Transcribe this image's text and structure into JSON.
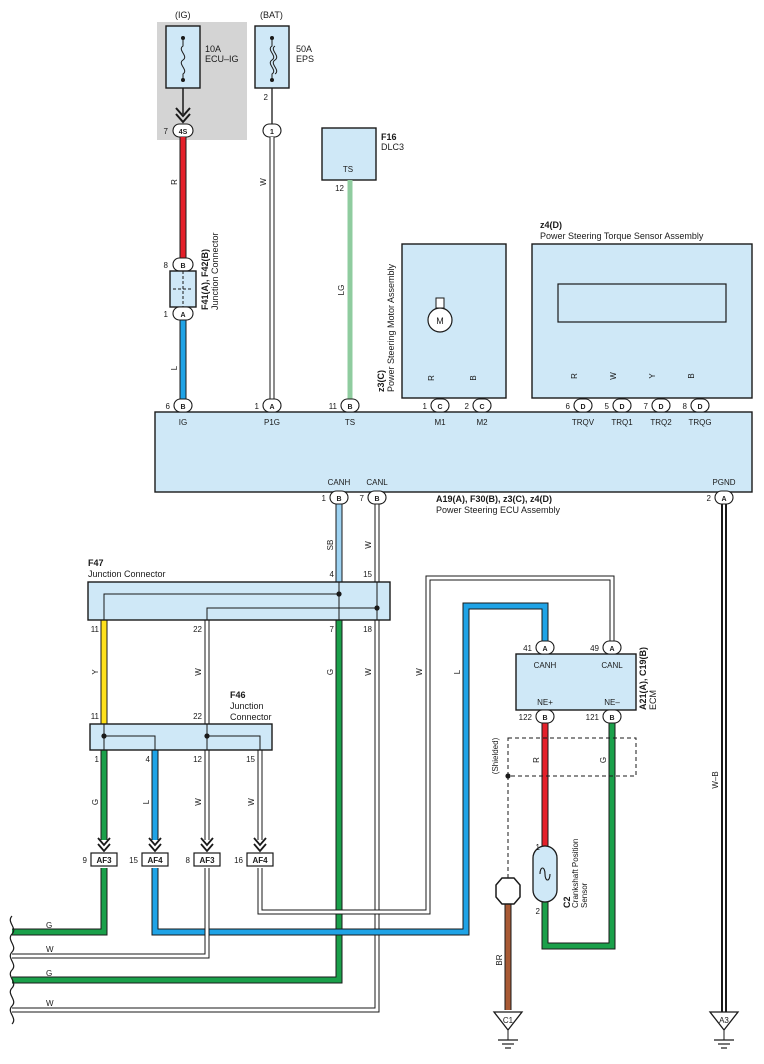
{
  "colors": {
    "R": "#e4202a",
    "L": "#1fa3e6",
    "LG": "#8fcc9f",
    "G": "#1aa04a",
    "Y": "#ffe01a",
    "B": "#1a1a1a",
    "W": "#ffffff",
    "SB": "#9ed3f2",
    "BR": "#a85a34",
    "box": "#cfe8f7",
    "relay": "#d4d4d4"
  },
  "power": {
    "ig_label": "(IG)",
    "bat_label": "(BAT)",
    "fuse1_rating": "10A",
    "fuse1_name": "ECU–IG",
    "fuse2_rating": "50A",
    "fuse2_name": "EPS",
    "fuse1_conn": "4S",
    "fuse1_pin": "7",
    "fuse2_conn": "1",
    "fuse2_pin": "2"
  },
  "dlc": {
    "id": "F16",
    "name": "DLC3",
    "pin_label": "TS",
    "pin": "12"
  },
  "junction_ig": {
    "id": "F41(A), F42(B)",
    "name": "Junction Connector",
    "pin_top": "8",
    "conn_top": "B",
    "pin_bot": "1",
    "conn_bot": "A"
  },
  "motor": {
    "id": "z3(C)",
    "name": "Power Steering Motor Assembly",
    "symbol": "M"
  },
  "torque": {
    "id": "z4(D)",
    "name": "Power Steering Torque Sensor Assembly"
  },
  "ecu": {
    "id": "A19(A), F30(B), z3(C), z4(D)",
    "name": "Power Steering ECU Assembly",
    "top_pins": [
      {
        "num": "6",
        "conn": "B",
        "label": "IG"
      },
      {
        "num": "1",
        "conn": "A",
        "label": "P1G"
      },
      {
        "num": "11",
        "conn": "B",
        "label": "TS"
      },
      {
        "num": "1",
        "conn": "C",
        "label": "M1"
      },
      {
        "num": "2",
        "conn": "C",
        "label": "M2"
      },
      {
        "num": "6",
        "conn": "D",
        "label": "TRQV"
      },
      {
        "num": "5",
        "conn": "D",
        "label": "TRQ1"
      },
      {
        "num": "7",
        "conn": "D",
        "label": "TRQ2"
      },
      {
        "num": "8",
        "conn": "D",
        "label": "TRQG"
      }
    ],
    "bottom_pins": [
      {
        "num": "1",
        "conn": "B",
        "label": "CANH"
      },
      {
        "num": "7",
        "conn": "B",
        "label": "CANL"
      },
      {
        "num": "2",
        "conn": "A",
        "label": "PGND"
      }
    ]
  },
  "wires": {
    "ig_r": "R",
    "ig_l": "L",
    "p1g": "W",
    "ts": "LG",
    "m1": "R",
    "m2": "B",
    "trqv": "R",
    "trq1": "W",
    "trq2": "Y",
    "trqg": "B",
    "canh": "SB",
    "canl": "W",
    "pgnd": "W–B",
    "f47_11": "Y",
    "f47_22": "W",
    "f47_7": "G",
    "f47_18": "W",
    "loop_w": "W",
    "loop_l": "L",
    "f46_1": "G",
    "f46_4": "L",
    "f46_12": "W",
    "f46_15": "W",
    "ne_p": "R",
    "ne_m": "G",
    "shield": "(Shielded)",
    "br": "BR",
    "left_g1": "G",
    "left_w1": "W",
    "left_g2": "G",
    "left_w2": "W"
  },
  "f47": {
    "id": "F47",
    "name": "Junction Connector",
    "pins_top": [
      "4",
      "15"
    ],
    "pins_bottom": [
      "11",
      "22",
      "7",
      "18"
    ]
  },
  "f46": {
    "id": "F46",
    "name_line1": "Junction",
    "name_line2": "Connector",
    "pins_top": [
      "11",
      "22"
    ],
    "pins_bottom": [
      "1",
      "4",
      "12",
      "15"
    ]
  },
  "ecm": {
    "id": "A21(A), C19(B)",
    "name": "ECM",
    "canh_pin": "41",
    "canh_conn": "A",
    "canh_label": "CANH",
    "canl_pin": "49",
    "canl_conn": "A",
    "canl_label": "CANL",
    "nep_pin": "122",
    "nep_conn": "B",
    "nep_label": "NE+",
    "nem_pin": "121",
    "nem_conn": "B",
    "nem_label": "NE–"
  },
  "sensor": {
    "id": "C2",
    "name_line1": "Crankshaft Position",
    "name_line2": "Sensor",
    "pin1": "1",
    "pin2": "2"
  },
  "connectors_af": [
    {
      "pin": "9",
      "name": "AF3"
    },
    {
      "pin": "15",
      "name": "AF4"
    },
    {
      "pin": "8",
      "name": "AF3"
    },
    {
      "pin": "16",
      "name": "AF4"
    }
  ],
  "grounds": {
    "c1": "C1",
    "a3": "A3"
  }
}
